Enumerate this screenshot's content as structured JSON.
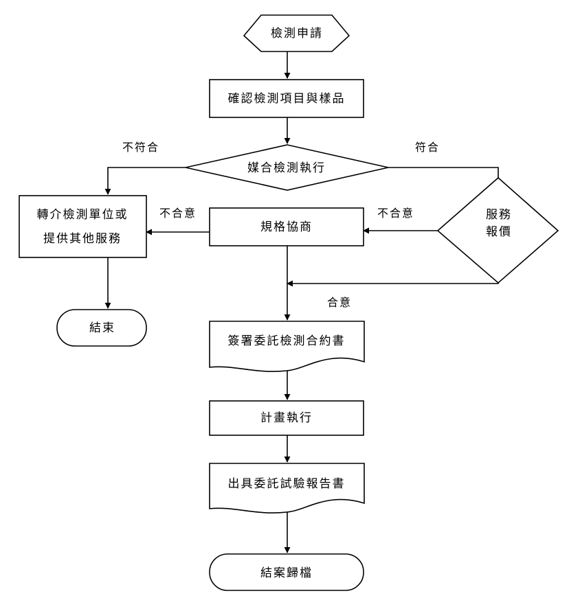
{
  "nodes": {
    "application": "檢測申請",
    "confirm_items": "確認檢測項目與樣品",
    "matching": "媒合檢測執行",
    "referral_line1": "轉介檢測單位或",
    "referral_line2": "提供其他服務",
    "negotiation": "規格協商",
    "quote_line1": "服務",
    "quote_line2": "報價",
    "end": "結束",
    "sign_contract": "簽署委託檢測合約書",
    "execute_plan": "計畫執行",
    "issue_report": "出具委託試驗報告書",
    "close_file": "結案歸檔"
  },
  "edges": {
    "not_match": "不符合",
    "match": "符合",
    "disagree_left": "不合意",
    "disagree_right": "不合意",
    "agree": "合意"
  }
}
